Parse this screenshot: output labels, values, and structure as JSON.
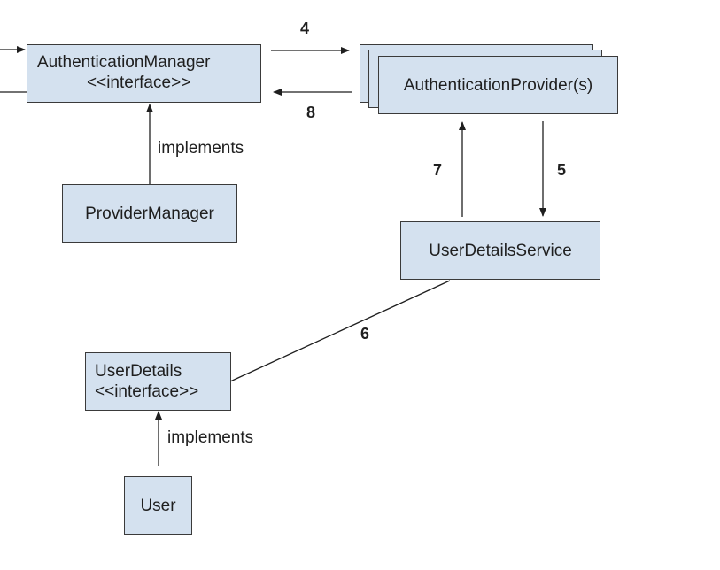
{
  "boxes": {
    "authentication_manager": {
      "line1": "AuthenticationManager",
      "line2": "<<interface>>"
    },
    "authentication_provider": {
      "label": "AuthenticationProvider(s)"
    },
    "provider_manager": {
      "label": "ProviderManager"
    },
    "user_details_service": {
      "label": "UserDetailsService"
    },
    "user_details": {
      "line1": "UserDetails",
      "line2": "<<interface>>"
    },
    "user": {
      "label": "User"
    }
  },
  "relations": {
    "implements_top": "implements",
    "implements_bottom": "implements"
  },
  "steps": {
    "step4": "4",
    "step5": "5",
    "step6": "6",
    "step7": "7",
    "step8": "8"
  },
  "colors": {
    "box_fill": "#d4e1ef",
    "box_border": "#3a3a3a",
    "line": "#1f1f1f"
  }
}
